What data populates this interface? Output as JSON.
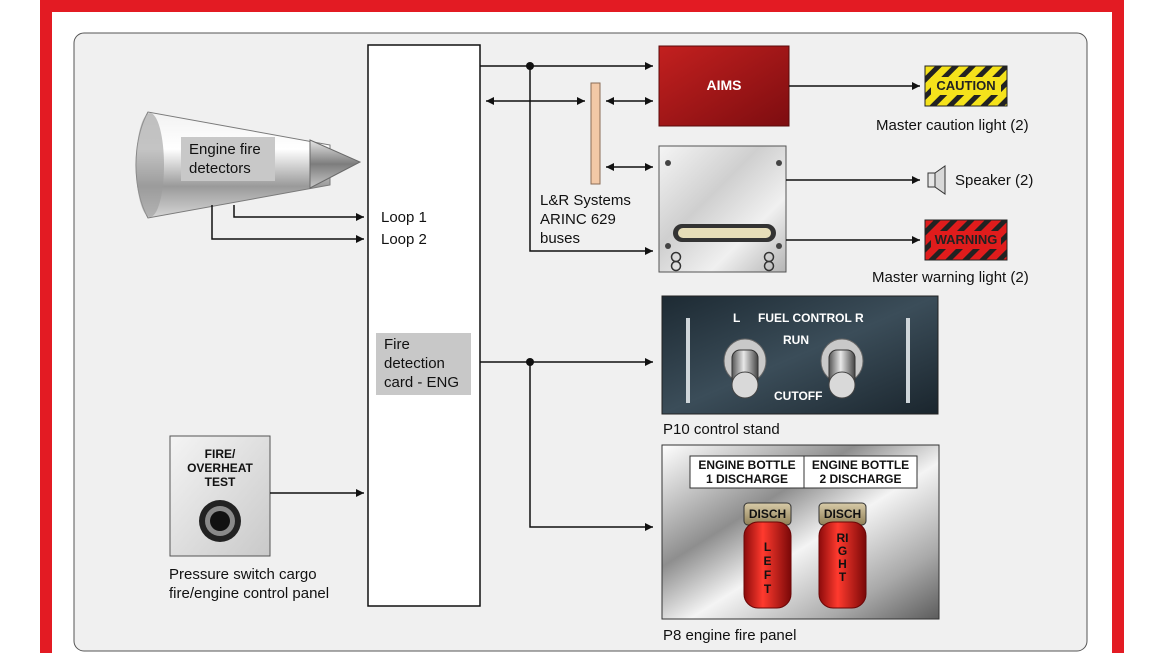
{
  "engine": {
    "label": "Engine fire detectors"
  },
  "loops": {
    "loop1": "Loop 1",
    "loop2": "Loop 2"
  },
  "card": {
    "label": "Fire detection card - ENG"
  },
  "buses": {
    "line1": "L&R Systems",
    "line2": "ARINC 629",
    "line3": "buses"
  },
  "aims": {
    "label": "AIMS"
  },
  "caution": {
    "text": "CAUTION",
    "caption": "Master caution light (2)"
  },
  "speaker": {
    "caption": "Speaker (2)"
  },
  "warning": {
    "text": "WARNING",
    "caption": "Master warning light (2)"
  },
  "fuel_control": {
    "left": "L",
    "title": "FUEL CONTROL",
    "right": "R",
    "run": "RUN",
    "cutoff": "CUTOFF",
    "caption": "P10 control stand"
  },
  "fire_panel": {
    "bottle1_line1": "ENGINE BOTTLE",
    "bottle1_line2": "1 DISCHARGE",
    "bottle2_line1": "ENGINE BOTTLE",
    "bottle2_line2": "2 DISCHARGE",
    "left_cap": "DISCH",
    "right_cap": "DISCH",
    "left_word": "LEFT",
    "right_word": "RIGHT",
    "caption": "P8 engine fire panel"
  },
  "test_panel": {
    "line1": "FIRE/",
    "line2": "OVERHEAT",
    "line3": "TEST",
    "caption_line1": "Pressure switch cargo",
    "caption_line2": "fire/engine control panel"
  },
  "colors": {
    "frame_red": "#e31b23",
    "aims_red": "#a01418",
    "caution_yellow": "#f5e21b",
    "warning_red": "#e01c1c",
    "dark_panel": "#263640",
    "bus_bar": "#f2c8a6"
  }
}
